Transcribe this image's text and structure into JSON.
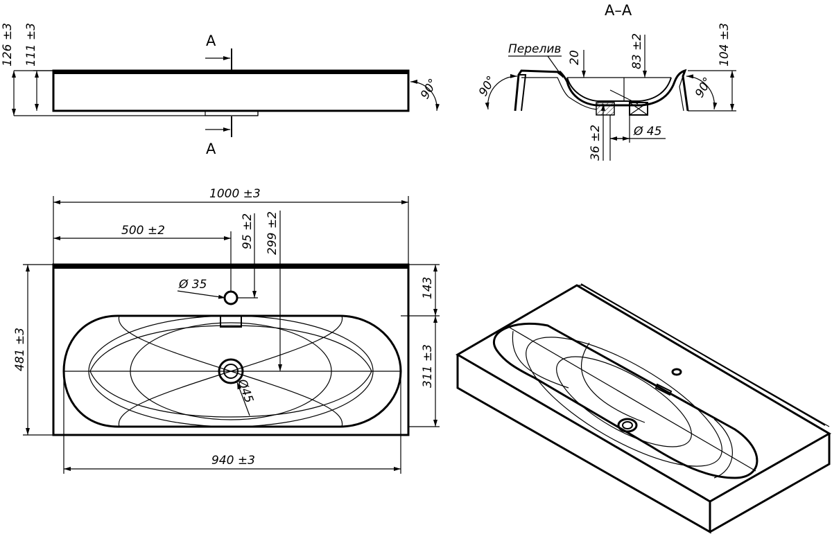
{
  "section": {
    "title": "A–A",
    "cut_label": "A",
    "overflow_label": "Перелив"
  },
  "dimensions": {
    "h126": "126 ±3",
    "h111": "111 ±3",
    "d20": "20",
    "d83": "83 ±2",
    "d104": "104 ±3",
    "d36": "36 ±2",
    "dia45_side": "Ø 45",
    "ang90": "90°",
    "w1000": "1000 ±3",
    "w500": "500 ±2",
    "d95": "95 ±2",
    "d299": "299 ±2",
    "d143": "143",
    "dia35": "Ø 35",
    "h481": "481 ±3",
    "d311": "311 ±3",
    "dia45_top": "Ø45",
    "w940": "940 ±3"
  }
}
